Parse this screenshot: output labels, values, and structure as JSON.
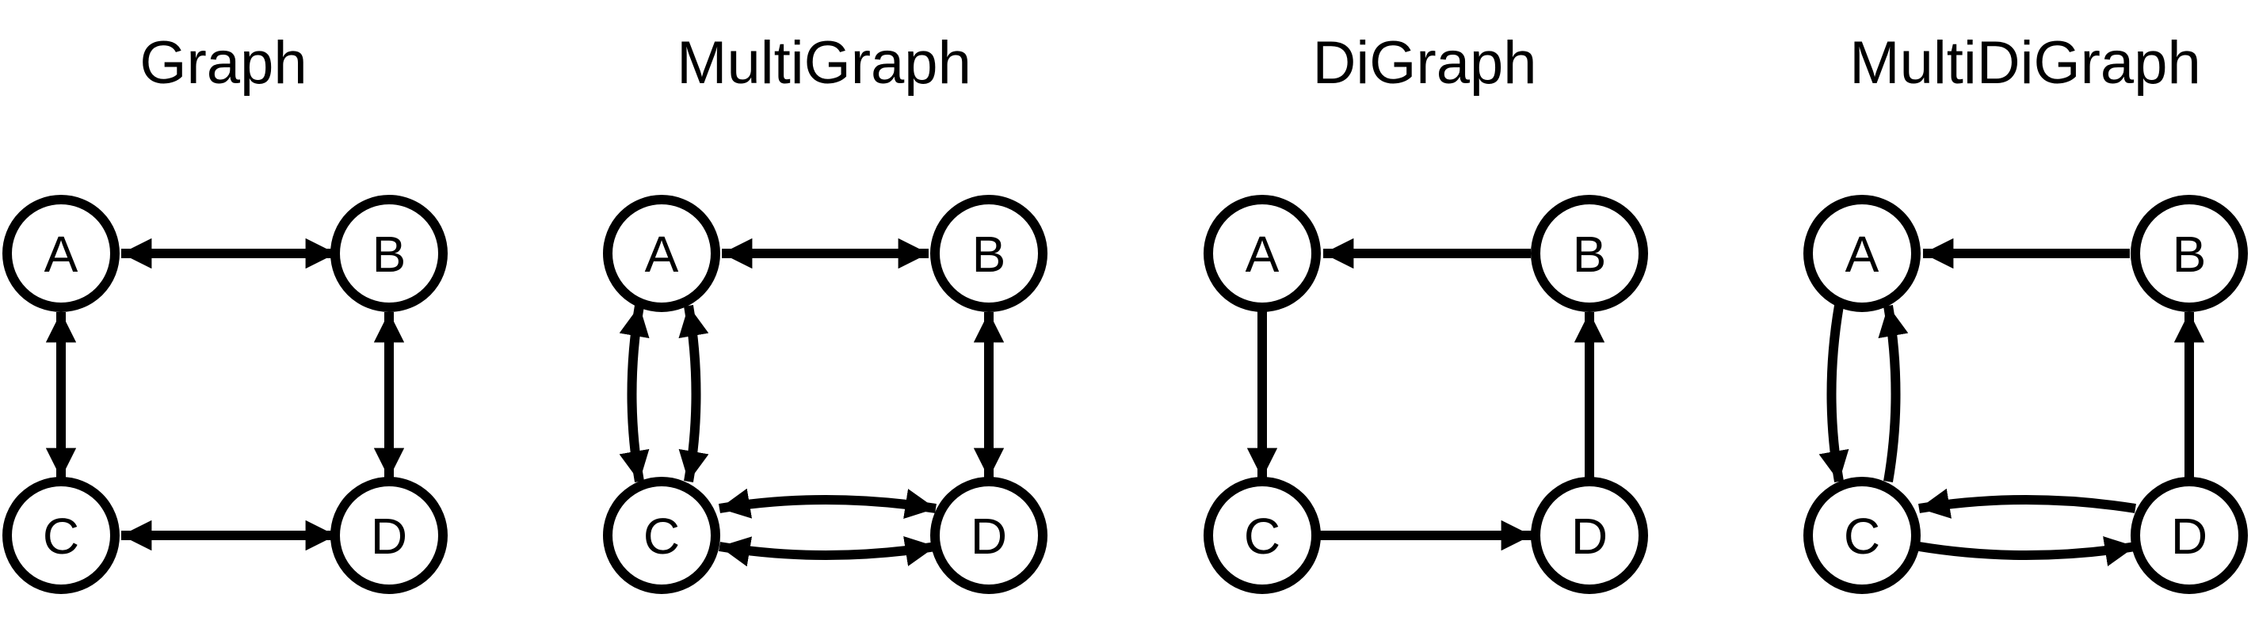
{
  "colors": {
    "stroke": "#000000",
    "background": "#ffffff"
  },
  "graphs": [
    {
      "title": "Graph",
      "nodes": [
        {
          "label": "A"
        },
        {
          "label": "B"
        },
        {
          "label": "C"
        },
        {
          "label": "D"
        }
      ],
      "edges": [
        {
          "from": "A",
          "to": "B",
          "bidirectional": true
        },
        {
          "from": "A",
          "to": "C",
          "bidirectional": true
        },
        {
          "from": "B",
          "to": "D",
          "bidirectional": true
        },
        {
          "from": "C",
          "to": "D",
          "bidirectional": true
        }
      ]
    },
    {
      "title": "MultiGraph",
      "nodes": [
        {
          "label": "A"
        },
        {
          "label": "B"
        },
        {
          "label": "C"
        },
        {
          "label": "D"
        }
      ],
      "edges": [
        {
          "from": "A",
          "to": "B",
          "bidirectional": true
        },
        {
          "from": "A",
          "to": "C",
          "bidirectional": true
        },
        {
          "from": "A",
          "to": "C",
          "bidirectional": true
        },
        {
          "from": "B",
          "to": "D",
          "bidirectional": true
        },
        {
          "from": "C",
          "to": "D",
          "bidirectional": true
        },
        {
          "from": "C",
          "to": "D",
          "bidirectional": true
        }
      ]
    },
    {
      "title": "DiGraph",
      "nodes": [
        {
          "label": "A"
        },
        {
          "label": "B"
        },
        {
          "label": "C"
        },
        {
          "label": "D"
        }
      ],
      "edges": [
        {
          "from": "B",
          "to": "A"
        },
        {
          "from": "A",
          "to": "C"
        },
        {
          "from": "C",
          "to": "D"
        },
        {
          "from": "D",
          "to": "B"
        }
      ]
    },
    {
      "title": "MultiDiGraph",
      "nodes": [
        {
          "label": "A"
        },
        {
          "label": "B"
        },
        {
          "label": "C"
        },
        {
          "label": "D"
        }
      ],
      "edges": [
        {
          "from": "B",
          "to": "A"
        },
        {
          "from": "A",
          "to": "C"
        },
        {
          "from": "C",
          "to": "A"
        },
        {
          "from": "D",
          "to": "C"
        },
        {
          "from": "C",
          "to": "D"
        },
        {
          "from": "D",
          "to": "B"
        }
      ]
    }
  ]
}
